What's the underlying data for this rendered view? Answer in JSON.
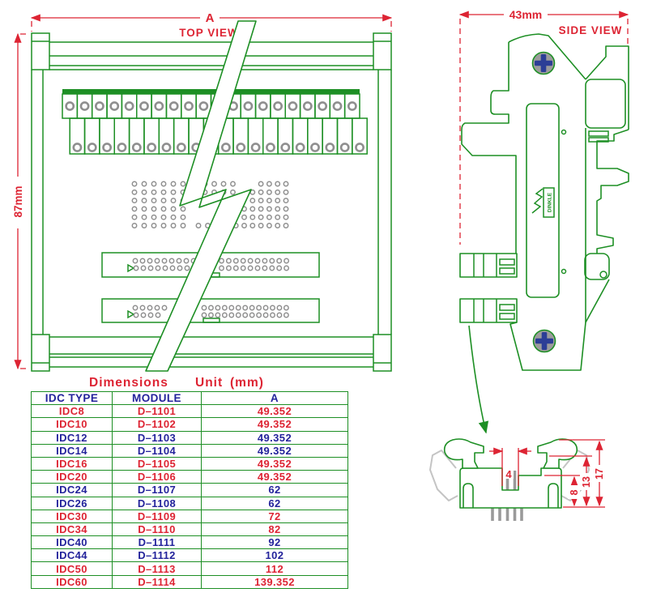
{
  "colors": {
    "drawing_green": "#1d8f24",
    "dimension_red": "#dd2433",
    "table_navy": "#23239b",
    "hole_gray": "#8f8f8f",
    "screw_gray": "#9c9c9c",
    "screw_cross_navy": "#2c3e96",
    "ghost_gray": "#c4c4c4"
  },
  "top_view": {
    "title": "TOP VIEW",
    "dim_a": "A",
    "dim_h": "87mm"
  },
  "side_view": {
    "title": "SIDE VIEW",
    "dim_w": "43mm",
    "logo": "DINKLE"
  },
  "note": {
    "dimensions": "Dimensions",
    "unit": "Unit",
    "mm": "(mm)"
  },
  "detail": {
    "dim_slot": "4",
    "dim_8": "8",
    "dim_13": "13",
    "dim_17": "17"
  },
  "table": {
    "headers": [
      "IDC TYPE",
      "MODULE",
      "A"
    ],
    "rows": [
      {
        "idc": "IDC8",
        "module": "D–1101",
        "a": "49.352",
        "color": "red"
      },
      {
        "idc": "IDC10",
        "module": "D–1102",
        "a": "49.352",
        "color": "red"
      },
      {
        "idc": "IDC12",
        "module": "D–1103",
        "a": "49.352",
        "color": "blue"
      },
      {
        "idc": "IDC14",
        "module": "D–1104",
        "a": "49.352",
        "color": "blue"
      },
      {
        "idc": "IDC16",
        "module": "D–1105",
        "a": "49.352",
        "color": "red"
      },
      {
        "idc": "IDC20",
        "module": "D–1106",
        "a": "49.352",
        "color": "red"
      },
      {
        "idc": "IDC24",
        "module": "D–1107",
        "a": "62",
        "color": "blue"
      },
      {
        "idc": "IDC26",
        "module": "D–1108",
        "a": "62",
        "color": "blue"
      },
      {
        "idc": "IDC30",
        "module": "D–1109",
        "a": "72",
        "color": "red"
      },
      {
        "idc": "IDC34",
        "module": "D–1110",
        "a": "82",
        "color": "red"
      },
      {
        "idc": "IDC40",
        "module": "D–1111",
        "a": "92",
        "color": "blue"
      },
      {
        "idc": "IDC44",
        "module": "D–1112",
        "a": "102",
        "color": "blue"
      },
      {
        "idc": "IDC50",
        "module": "D–1113",
        "a": "112",
        "color": "red"
      },
      {
        "idc": "IDC60",
        "module": "D–1114",
        "a": "139.352",
        "color": "red"
      }
    ]
  }
}
